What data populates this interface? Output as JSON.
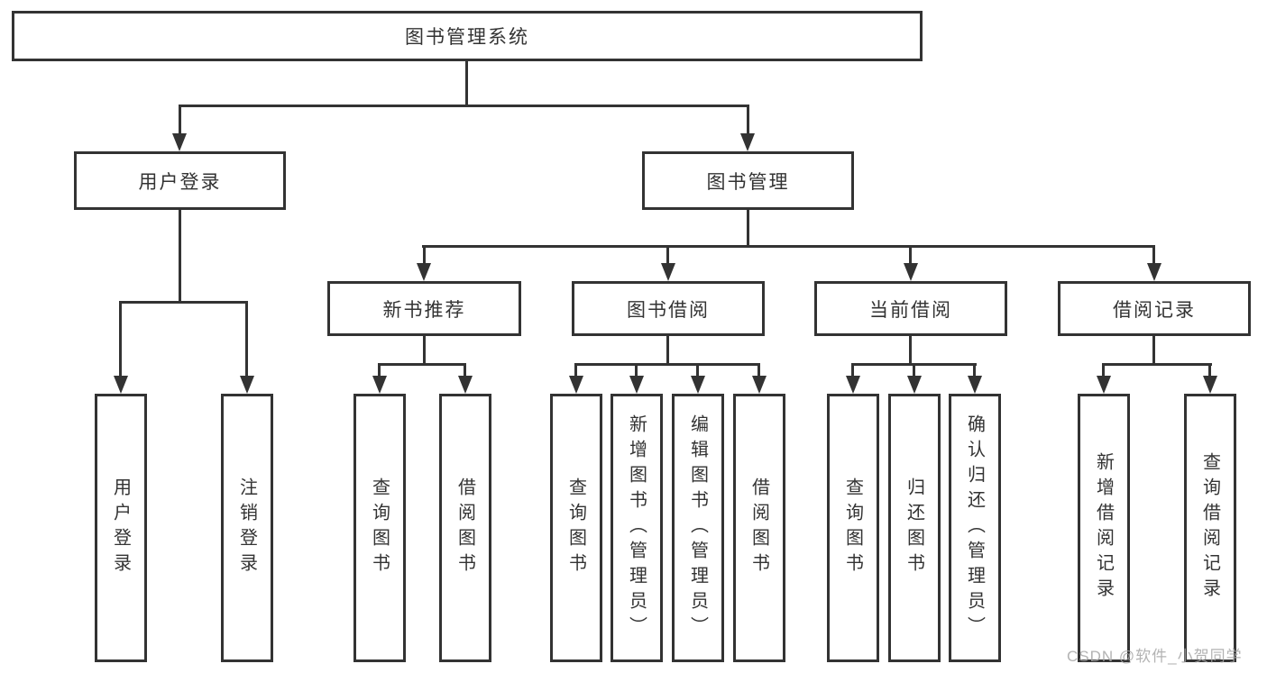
{
  "diagram": {
    "root": "图书管理系统",
    "level2": [
      {
        "label": "用户登录",
        "children": [
          "用户登录",
          "注销登录"
        ]
      },
      {
        "label": "图书管理"
      }
    ],
    "level3": [
      {
        "label": "新书推荐",
        "children": [
          "查询图书",
          "借阅图书"
        ]
      },
      {
        "label": "图书借阅",
        "children": [
          "查询图书",
          "新增图书（管理员）",
          "编辑图书（管理员）",
          "借阅图书"
        ]
      },
      {
        "label": "当前借阅",
        "children": [
          "查询图书",
          "归还图书",
          "确认归还（管理员）"
        ]
      },
      {
        "label": "借阅记录",
        "children": [
          "新增借阅记录",
          "查询借阅记录"
        ]
      }
    ]
  },
  "watermark": {
    "text": "CSDN @软件_小贺同学"
  },
  "colors": {
    "line": "#333333",
    "text": "#333333",
    "background": "#ffffff",
    "watermark": "#a6a6a6"
  }
}
